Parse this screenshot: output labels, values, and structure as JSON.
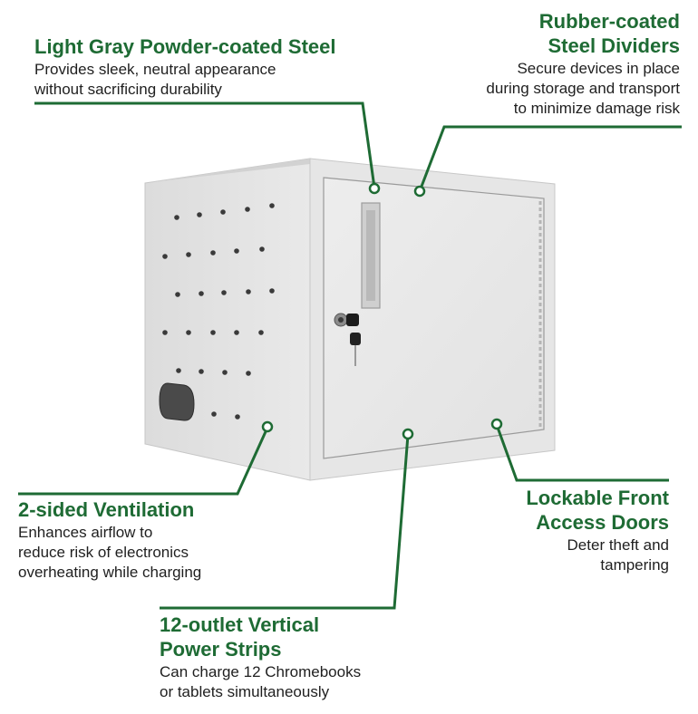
{
  "accent_color": "#1e6b34",
  "product": "locking storage cabinet",
  "callouts": {
    "steel": {
      "title": "Light Gray Powder-coated Steel",
      "desc_lines": [
        "Provides sleek, neutral appearance",
        "without sacrificing durability"
      ]
    },
    "dividers": {
      "title_lines": [
        "Rubber-coated",
        "Steel Dividers"
      ],
      "desc_lines": [
        "Secure devices in place",
        "during storage and transport",
        "to minimize damage risk"
      ]
    },
    "ventilation": {
      "title": "2-sided Ventilation",
      "desc_lines": [
        "Enhances airflow to",
        "reduce risk of electronics",
        "overheating while charging"
      ]
    },
    "doors": {
      "title_lines": [
        "Lockable Front",
        "Access Doors"
      ],
      "desc_lines": [
        "Deter theft and",
        "tampering"
      ]
    },
    "power": {
      "title_lines": [
        "12-outlet Vertical",
        "Power Strips"
      ],
      "desc_lines": [
        "Can charge 12 Chromebooks",
        "or tablets simultaneously"
      ]
    }
  }
}
